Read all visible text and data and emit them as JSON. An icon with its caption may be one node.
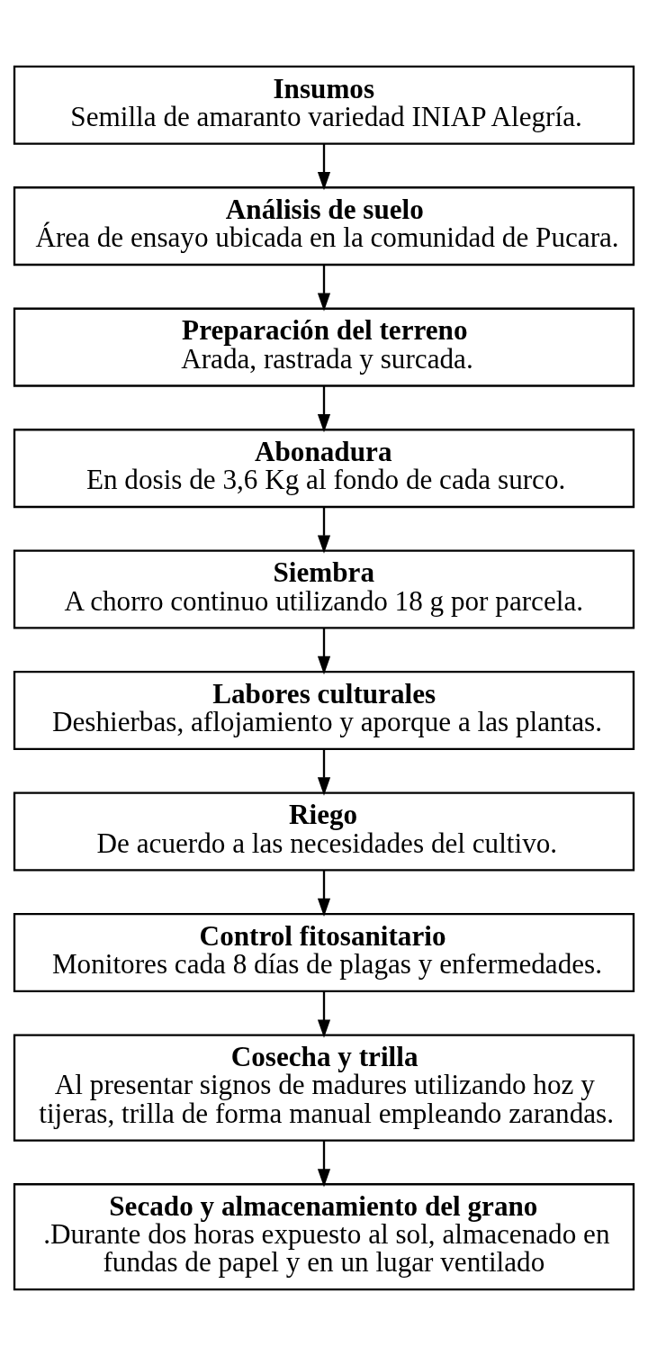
{
  "diagram": {
    "nodes": [
      {
        "text": [
          "Insumos",
          "Semilla de amaranto variedad INIAP Alegría."
        ]
      },
      {
        "text": [
          "Análisis de suelo",
          "Área de ensayo ubicada en la comunidad de Pucara."
        ]
      },
      {
        "text": [
          "Preparación del terreno",
          "Arada, rastrada y surcada."
        ]
      },
      {
        "text": [
          "Abonadura",
          "En dosis de 3,6 Kg al fondo de cada surco."
        ]
      },
      {
        "text": [
          "Siembra",
          "A chorro continuo utilizando 18 g por parcela."
        ]
      },
      {
        "text": [
          "Labores culturales",
          "Deshierbas, aflojamiento y aporque a las plantas."
        ]
      },
      {
        "text": [
          "Riego",
          "De acuerdo a las necesidades del cultivo."
        ]
      },
      {
        "text": [
          "Control fitosanitario",
          "Monitores cada 8 días de plagas y enfermedades."
        ]
      },
      {
        "text": [
          "Cosecha y trilla",
          "Al presentar signos de madures utilizando hoz y tijeras, trilla de forma manual empleando zarandas."
        ]
      },
      {
        "text": [
          "Secado y almacenamiento del grano",
          ".Durante dos horas expuesto al sol, almacenado en fundas de papel y en un lugar ventilado"
        ]
      }
    ],
    "edges": [
      {
        "from": 0,
        "to": 1,
        "arrow": "to"
      },
      {
        "from": 1,
        "to": 2,
        "arrow": "to"
      },
      {
        "from": 2,
        "to": 3,
        "arrow": "to"
      },
      {
        "from": 3,
        "to": 4,
        "arrow": "to"
      },
      {
        "from": 4,
        "to": 5,
        "arrow": "to"
      },
      {
        "from": 5,
        "to": 6,
        "arrow": "to"
      },
      {
        "from": 6,
        "to": 7,
        "arrow": "to"
      },
      {
        "from": 7,
        "to": 8,
        "arrow": "to"
      },
      {
        "from": 8,
        "to": 9,
        "arrow": "to"
      }
    ]
  }
}
